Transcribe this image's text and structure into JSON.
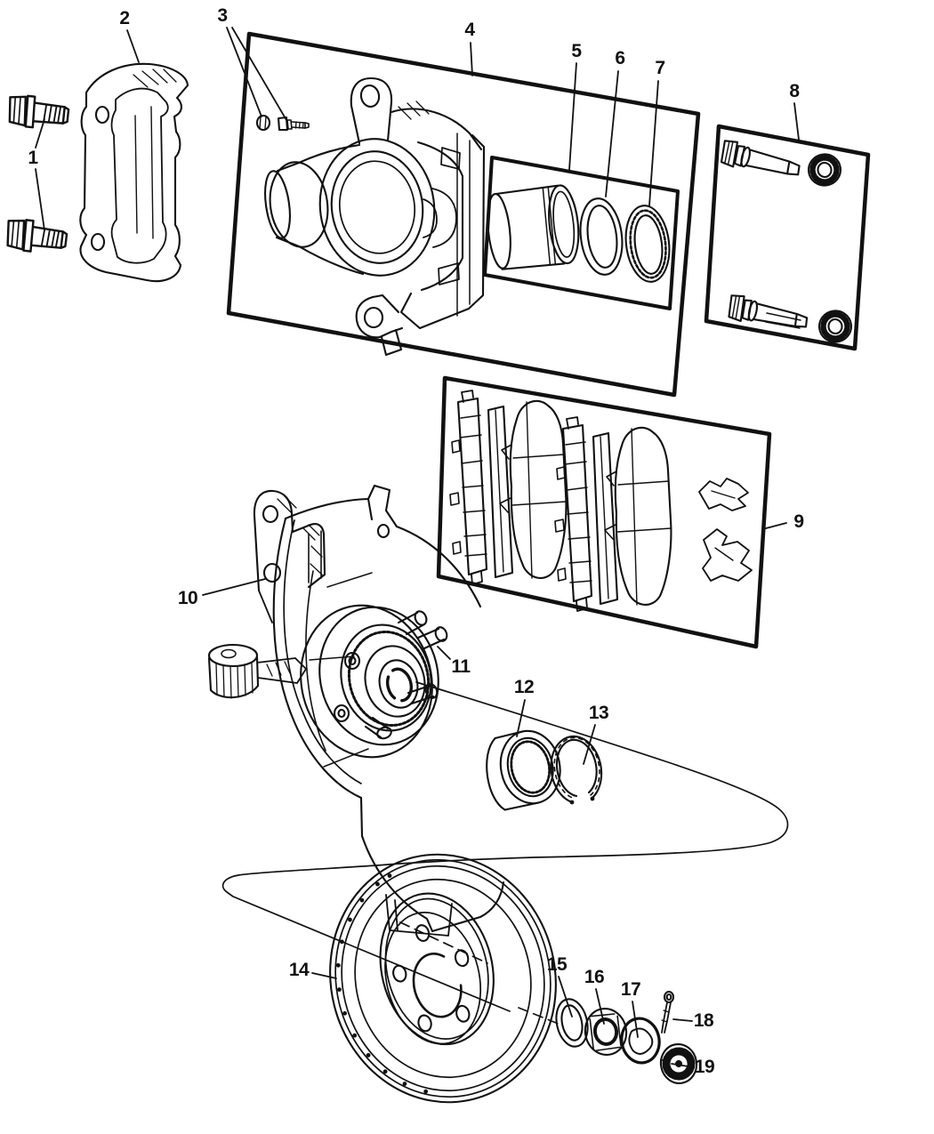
{
  "figure": {
    "type": "exploded-parts-diagram",
    "subject": "front-disc-brake-hub-and-rotor",
    "background_color": "#ffffff",
    "line_color": "#111111"
  },
  "callouts": [
    {
      "label": "1",
      "name": "mounting-bolts"
    },
    {
      "label": "2",
      "name": "caliper-adapter-bracket"
    },
    {
      "label": "3",
      "name": "small-fitting-and-screw"
    },
    {
      "label": "4",
      "name": "caliper-assembly-box"
    },
    {
      "label": "5",
      "name": "caliper-piston"
    },
    {
      "label": "6",
      "name": "piston-seal"
    },
    {
      "label": "7",
      "name": "piston-dust-boot"
    },
    {
      "label": "8",
      "name": "guide-pin-kit-box"
    },
    {
      "label": "9",
      "name": "brake-pad-kit-box"
    },
    {
      "label": "10",
      "name": "steering-knuckle"
    },
    {
      "label": "11",
      "name": "hub-and-wheel-studs"
    },
    {
      "label": "12",
      "name": "bearing"
    },
    {
      "label": "13",
      "name": "snap-ring"
    },
    {
      "label": "14",
      "name": "brake-rotor"
    },
    {
      "label": "15",
      "name": "washer"
    },
    {
      "label": "16",
      "name": "hex-nut"
    },
    {
      "label": "17",
      "name": "retainer-ring"
    },
    {
      "label": "18",
      "name": "cotter-pin"
    },
    {
      "label": "19",
      "name": "nut-lock-cap"
    }
  ]
}
